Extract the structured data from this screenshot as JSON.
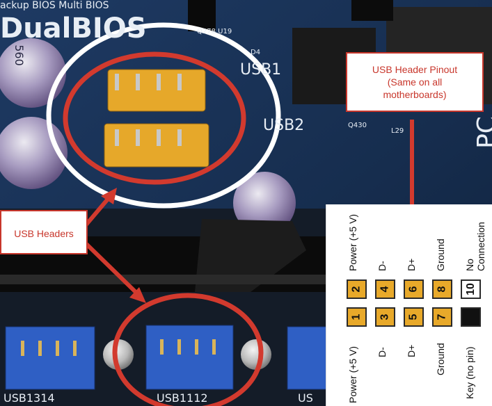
{
  "board": {
    "bios_top": "ackup BIOS  Multi BIOS",
    "dualbios": "DualBIOS",
    "label_usb1": "USB1",
    "label_usb2": "USB2",
    "parts_top": "Q278 U19",
    "part_d4": "D4",
    "part_q430": "Q430",
    "part_l29": "L29",
    "edge_text": "PC",
    "cap_text": "560",
    "label_usb1314": "USB1314",
    "label_usb1112": "USB1112",
    "label_usb_right": "US"
  },
  "callouts": {
    "headers": "USB Headers",
    "pinout": "USB Header Pinout (Same on all motherboards)"
  },
  "pinout": {
    "top_labels": [
      "Power (+5 V)",
      "D-",
      "D+",
      "Ground",
      "No Connection"
    ],
    "top_pins": [
      "2",
      "4",
      "6",
      "8",
      "10"
    ],
    "bottom_pins": [
      "1",
      "3",
      "5",
      "7"
    ],
    "bottom_labels": [
      "Power (+5 V)",
      "D-",
      "D+",
      "Ground",
      "Key (no pin)"
    ]
  },
  "colors": {
    "highlight_red": "#d23a2e",
    "pin_amber": "#e8a92a",
    "header_blue": "#2f5fc4"
  }
}
